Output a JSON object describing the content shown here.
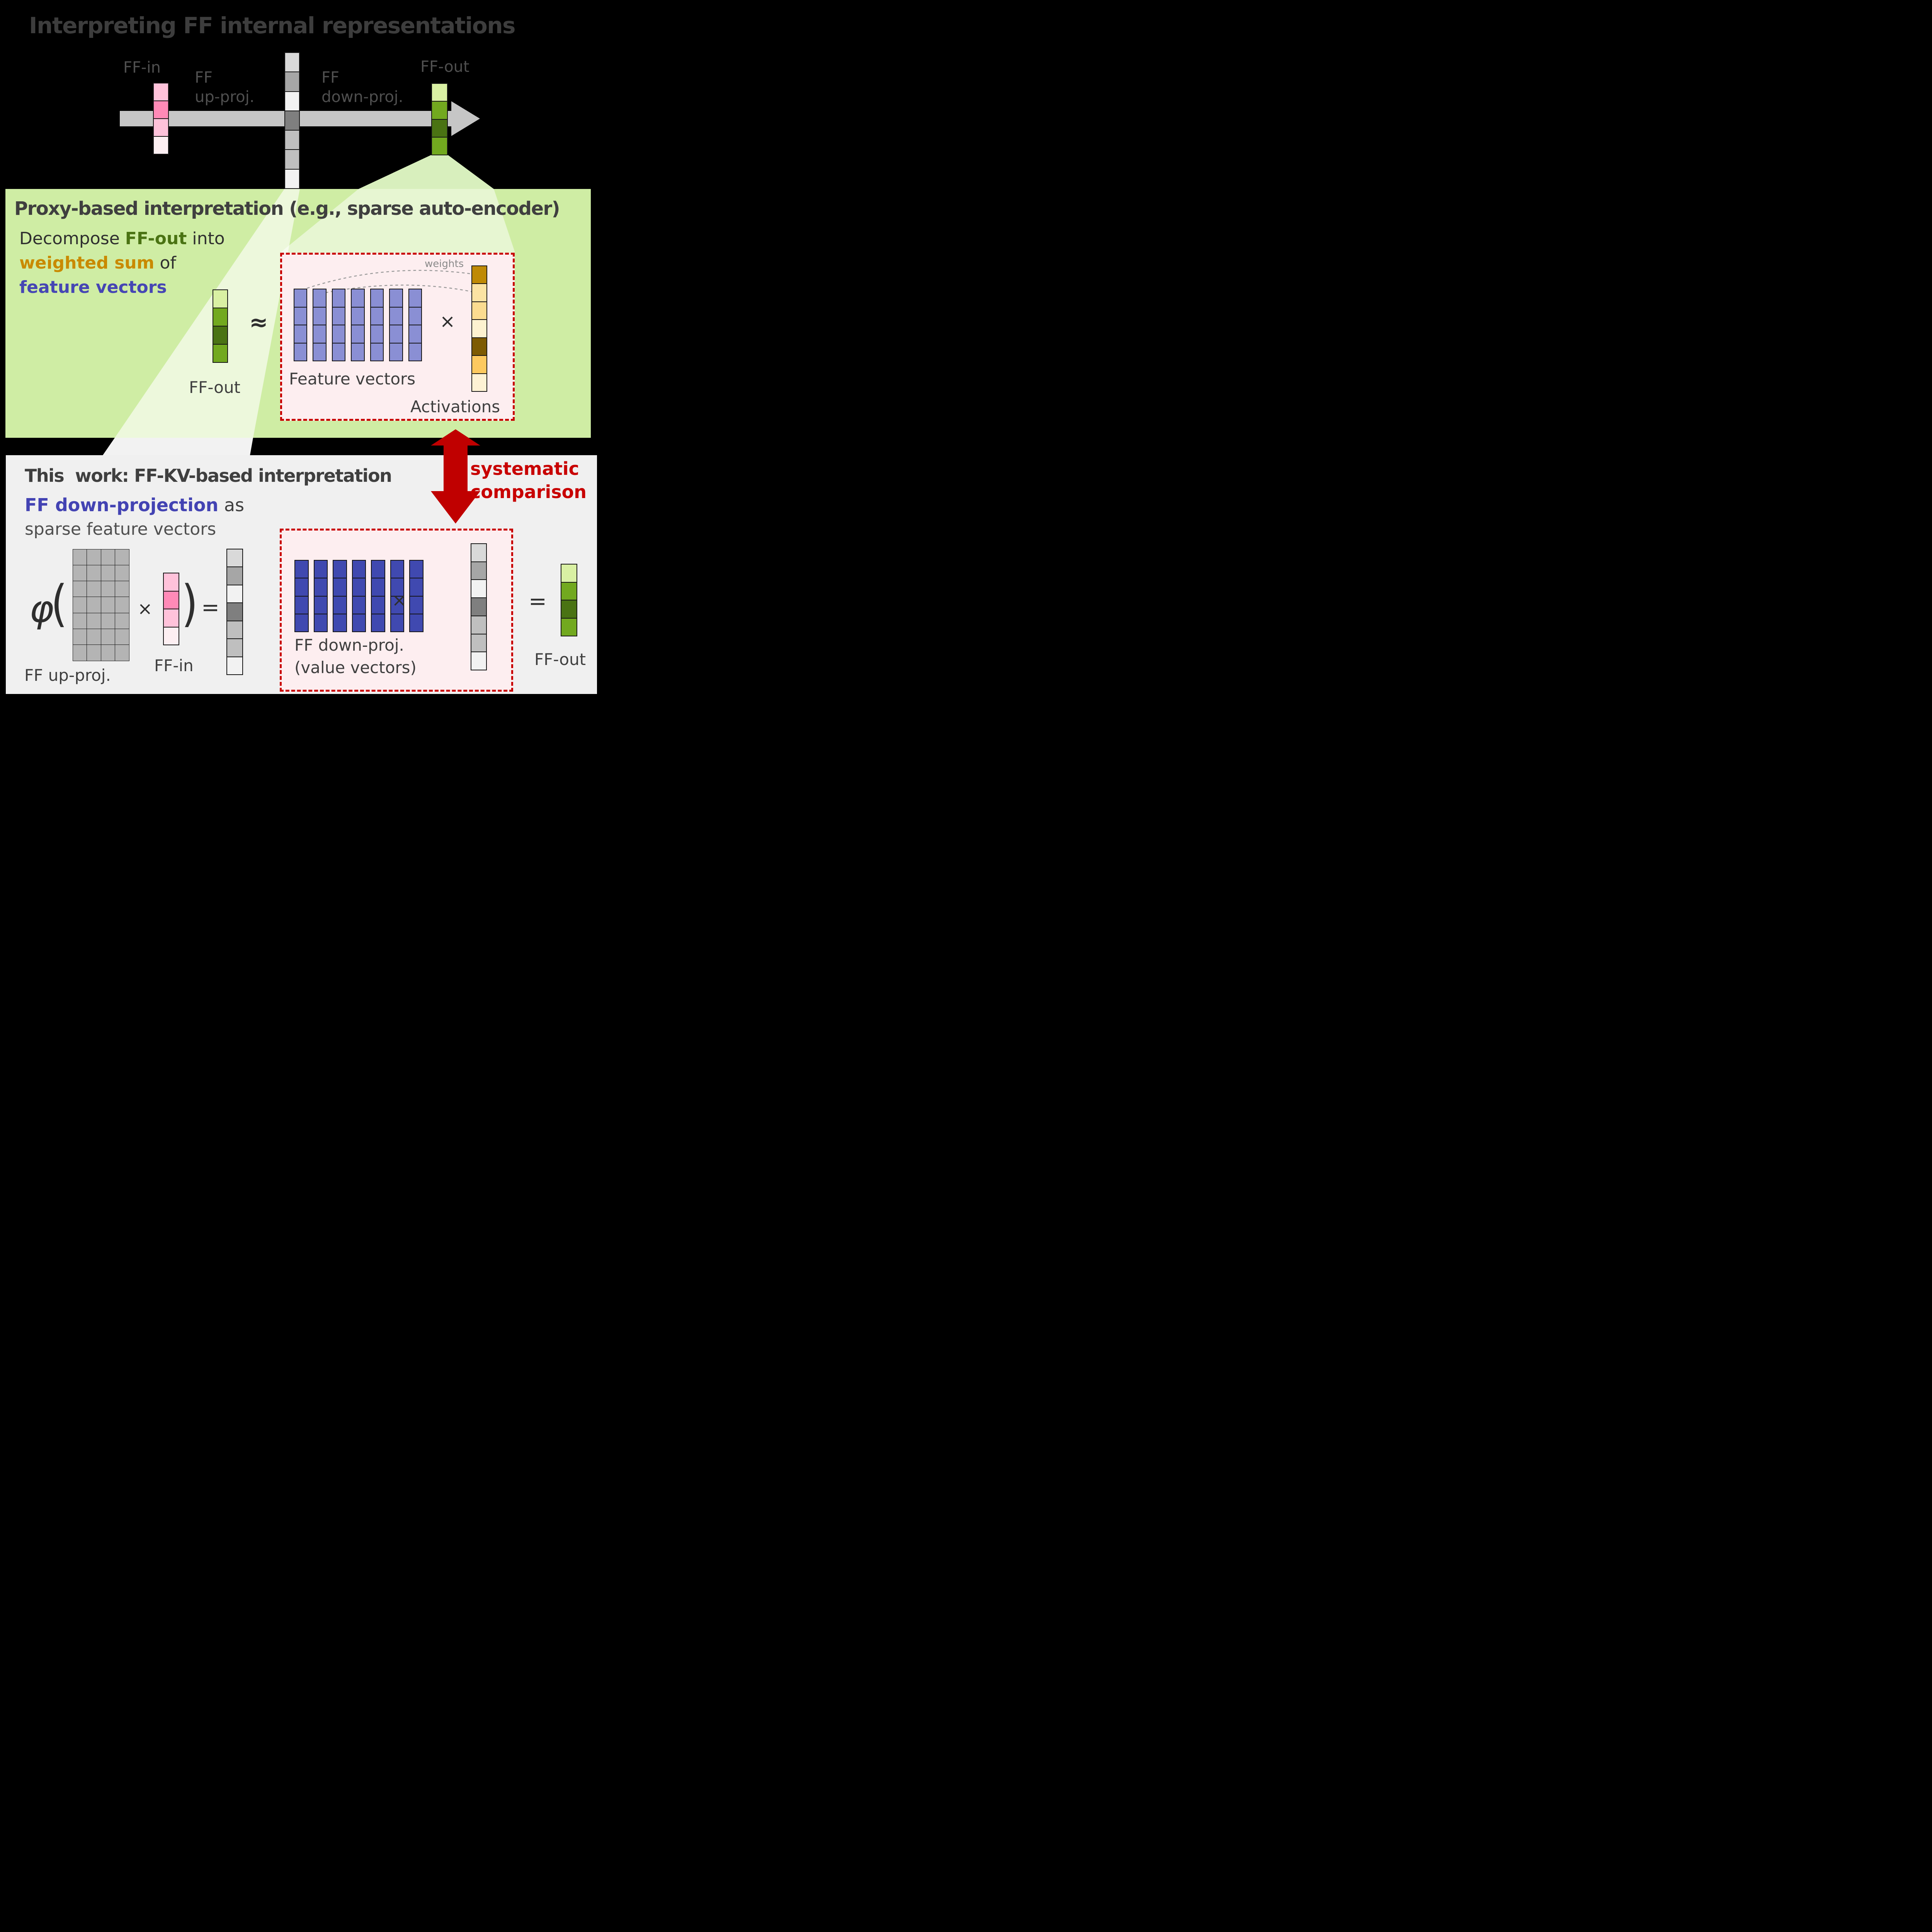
{
  "title": "Interpreting FF internal representations",
  "colors": {
    "background": "#000000",
    "proxy_panel_bg": "#cfeda4",
    "work_panel_bg": "#f0f0f0",
    "pink_box_bg": "#fdeef0",
    "dashed_border_red": "#c80000",
    "arrow_red": "#c00000",
    "flow_arrow_gray": "#c6c6c6",
    "feature_vector_purple": "#8a8fd4",
    "value_vector_indigo": "#4049b0",
    "matrix_gray": "#b4b4b4",
    "ff_out_green_accent": "#4a7313",
    "weighted_sum_gold": "#c98a00",
    "feature_vectors_blue": "#4646b4"
  },
  "top_diagram": {
    "ff_in_label": "FF-in",
    "up_proj_label_1": "FF",
    "up_proj_label_2": "up-proj.",
    "down_proj_label_1": "FF",
    "down_proj_label_2": "down-proj.",
    "ff_out_label": "FF-out",
    "ff_in_cells": [
      "#ffc2da",
      "#ff8ab7",
      "#ffc2da",
      "#fdeff2"
    ],
    "hidden_cells": [
      "#d9d9d9",
      "#a6a6a6",
      "#f2f2f2",
      "#7f7f7f",
      "#bfbfbf",
      "#bfbfbf",
      "#f2f2f2"
    ],
    "ff_out_cells": [
      "#d9f0a3",
      "#72a91f",
      "#4a7313",
      "#72a91f"
    ]
  },
  "proxy_panel": {
    "title": "Proxy-based interpretation (e.g., sparse auto-encoder)",
    "desc": {
      "d1": "Decompose ",
      "d2": "FF-out",
      "d3": " into",
      "d4": "weighted sum",
      "d5": " of",
      "d6": "feature vectors"
    },
    "approx": "≈",
    "ff_out_caption": "FF-out",
    "ff_out_cells": [
      "#d9f0a3",
      "#72a91f",
      "#4a7313",
      "#72a91f"
    ],
    "sae_box": {
      "weights_label": "weights",
      "feature_vectors_label": "Feature vectors",
      "times": "×",
      "activations_label": "Activations",
      "feature_columns": {
        "count": 7,
        "cells": 4,
        "color": "#8a8fd4"
      },
      "activation_cells": [
        "#bf8a06",
        "#fbe3a3",
        "#fbdc90",
        "#fdf2d0",
        "#7d5b03",
        "#fcc95f",
        "#fdf2d4"
      ]
    }
  },
  "comparison": {
    "line1": "systematic",
    "line2": "comparison"
  },
  "work_panel": {
    "title": "This  work: FF-KV-based interpretation",
    "sub_blue": "FF down-projection",
    "sub_rest": " as",
    "sub_line2": "sparse feature vectors",
    "formula": {
      "phi": "φ",
      "lparen": "(",
      "times": "×",
      "rparen": ")",
      "equals": "=",
      "matrix": {
        "rows": 7,
        "cols": 4,
        "color": "#b4b4b4"
      },
      "ff_in_cells": [
        "#ffc2da",
        "#ff8ab7",
        "#ffc2da",
        "#fdeff2"
      ],
      "result_cells": [
        "#d9d9d9",
        "#a6a6a6",
        "#f2f2f2",
        "#7f7f7f",
        "#bfbfbf",
        "#bfbfbf",
        "#f2f2f2"
      ],
      "ff_up_label": "FF up-proj.",
      "ff_in_label": "FF-in"
    },
    "kv_box": {
      "label_line1": "FF down-proj.",
      "label_line2": "(value vectors)",
      "times": "×",
      "value_columns": {
        "count": 7,
        "cells": 4,
        "color": "#4049b0"
      },
      "hidden_cells": [
        "#d9d9d9",
        "#a6a6a6",
        "#f2f2f2",
        "#7f7f7f",
        "#bfbfbf",
        "#bfbfbf",
        "#f2f2f2"
      ]
    },
    "equals": "=",
    "ff_out_caption": "FF-out",
    "ff_out_cells": [
      "#d9f0a3",
      "#72a91f",
      "#4a7313",
      "#72a91f"
    ]
  }
}
